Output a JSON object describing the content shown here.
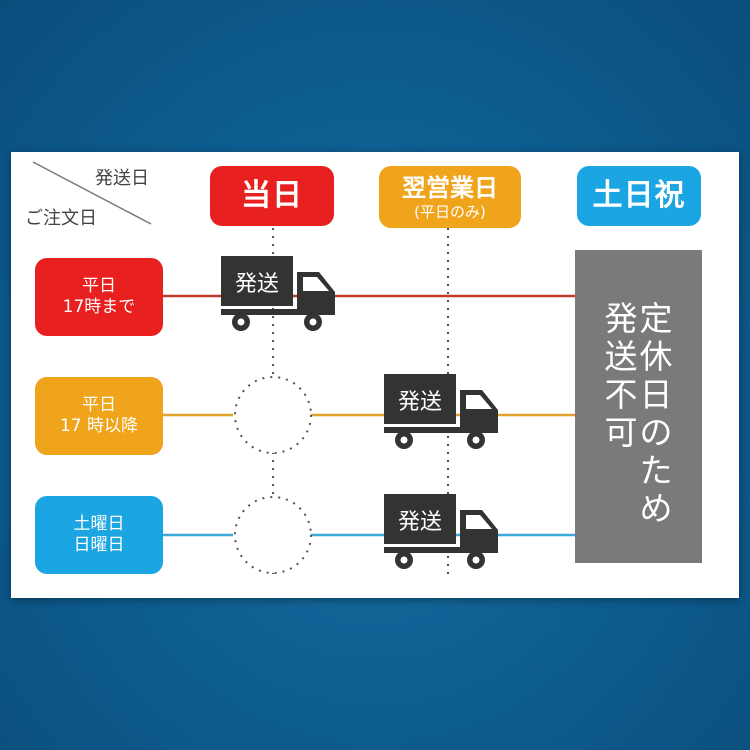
{
  "corner": {
    "ship_date": "発送日",
    "order_date": "ご注文日"
  },
  "columns": [
    {
      "main": "当日",
      "sub": "",
      "color": "#e8201f"
    },
    {
      "main": "翌営業日",
      "sub": "(平日のみ)",
      "color": "#f0a41c"
    },
    {
      "main": "土日祝",
      "sub": "",
      "color": "#1ba5e2"
    }
  ],
  "rows": [
    {
      "line1": "平日",
      "line2": "17時まで",
      "color": "#e8201f",
      "line_color": "#c0392b"
    },
    {
      "line1": "平日",
      "line2": "17 時以降",
      "color": "#f0a41c",
      "line_color": "#e3a12f"
    },
    {
      "line1": "土曜日",
      "line2": "日曜日",
      "color": "#1ba5e2",
      "line_color": "#3aa8d8"
    }
  ],
  "truck_label": "発送",
  "notice": {
    "col1": "定休日のため",
    "col2": "発送不可"
  },
  "colors": {
    "truck": "#333333",
    "notice_bg": "#7a7a7a"
  }
}
